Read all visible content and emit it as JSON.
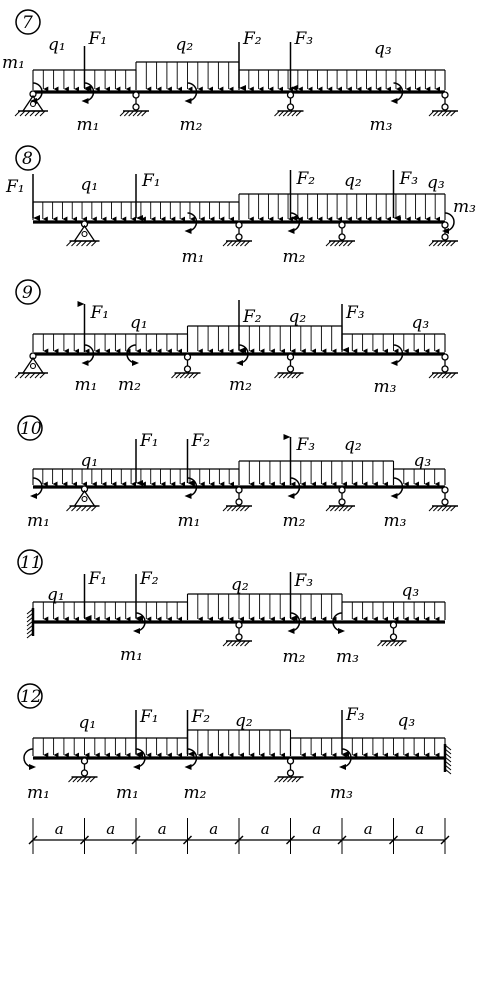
{
  "schemes": [
    {
      "number": "7",
      "beam_label_sets": [],
      "loads": [
        {
          "kind": "moment",
          "label": "m₁"
        },
        {
          "kind": "distributed",
          "label": "q₁"
        },
        {
          "kind": "force",
          "label": "F₁"
        },
        {
          "kind": "moment",
          "label": "m₁"
        },
        {
          "kind": "distributed",
          "label": "q₂"
        },
        {
          "kind": "moment",
          "label": "m₂"
        },
        {
          "kind": "force",
          "label": "F₂"
        },
        {
          "kind": "force",
          "label": "F₃"
        },
        {
          "kind": "distributed",
          "label": "q₃"
        },
        {
          "kind": "moment",
          "label": "m₃"
        }
      ]
    },
    {
      "number": "8",
      "loads": [
        {
          "kind": "force",
          "label": "F₁"
        },
        {
          "kind": "distributed",
          "label": "q₁"
        },
        {
          "kind": "force",
          "label": "F₁"
        },
        {
          "kind": "moment",
          "label": "m₁"
        },
        {
          "kind": "force",
          "label": "F₂"
        },
        {
          "kind": "moment",
          "label": "m₂"
        },
        {
          "kind": "distributed",
          "label": "q₂"
        },
        {
          "kind": "force",
          "label": "F₃"
        },
        {
          "kind": "distributed",
          "label": "q₃"
        },
        {
          "kind": "moment",
          "label": "m₃"
        }
      ]
    },
    {
      "number": "9",
      "loads": [
        {
          "kind": "force",
          "label": "F₁"
        },
        {
          "kind": "moment",
          "label": "m₁"
        },
        {
          "kind": "distributed",
          "label": "q₁"
        },
        {
          "kind": "moment",
          "label": "m₂"
        },
        {
          "kind": "force",
          "label": "F₂"
        },
        {
          "kind": "moment",
          "label": "m₂"
        },
        {
          "kind": "distributed",
          "label": "q₂"
        },
        {
          "kind": "force",
          "label": "F₃"
        },
        {
          "kind": "moment",
          "label": "m₃"
        },
        {
          "kind": "distributed",
          "label": "q₃"
        }
      ]
    },
    {
      "number": "10",
      "loads": [
        {
          "kind": "distributed",
          "label": "q₁"
        },
        {
          "kind": "moment",
          "label": "m₁"
        },
        {
          "kind": "force",
          "label": "F₁"
        },
        {
          "kind": "force",
          "label": "F₂"
        },
        {
          "kind": "moment",
          "label": "m₁"
        },
        {
          "kind": "force",
          "label": "F₃"
        },
        {
          "kind": "moment",
          "label": "m₂"
        },
        {
          "kind": "distributed",
          "label": "q₂"
        },
        {
          "kind": "distributed",
          "label": "q₃"
        },
        {
          "kind": "moment",
          "label": "m₃"
        }
      ]
    },
    {
      "number": "11",
      "loads": [
        {
          "kind": "distributed",
          "label": "q₁"
        },
        {
          "kind": "force",
          "label": "F₁"
        },
        {
          "kind": "force",
          "label": "F₂"
        },
        {
          "kind": "moment",
          "label": "m₁"
        },
        {
          "kind": "distributed",
          "label": "q₂"
        },
        {
          "kind": "force",
          "label": "F₃"
        },
        {
          "kind": "moment",
          "label": "m₂"
        },
        {
          "kind": "moment",
          "label": "m₃"
        },
        {
          "kind": "distributed",
          "label": "q₃"
        }
      ]
    },
    {
      "number": "12",
      "loads": [
        {
          "kind": "distributed",
          "label": "q₁"
        },
        {
          "kind": "force",
          "label": "F₁"
        },
        {
          "kind": "moment",
          "label": "m₁"
        },
        {
          "kind": "moment",
          "label": "m₁"
        },
        {
          "kind": "force",
          "label": "F₂"
        },
        {
          "kind": "moment",
          "label": "m₂"
        },
        {
          "kind": "distributed",
          "label": "q₂"
        },
        {
          "kind": "force",
          "label": "F₃"
        },
        {
          "kind": "moment",
          "label": "m₃"
        },
        {
          "kind": "distributed",
          "label": "q₃"
        }
      ]
    }
  ],
  "dimension": {
    "segment_label": "a",
    "segment_count": 8
  }
}
